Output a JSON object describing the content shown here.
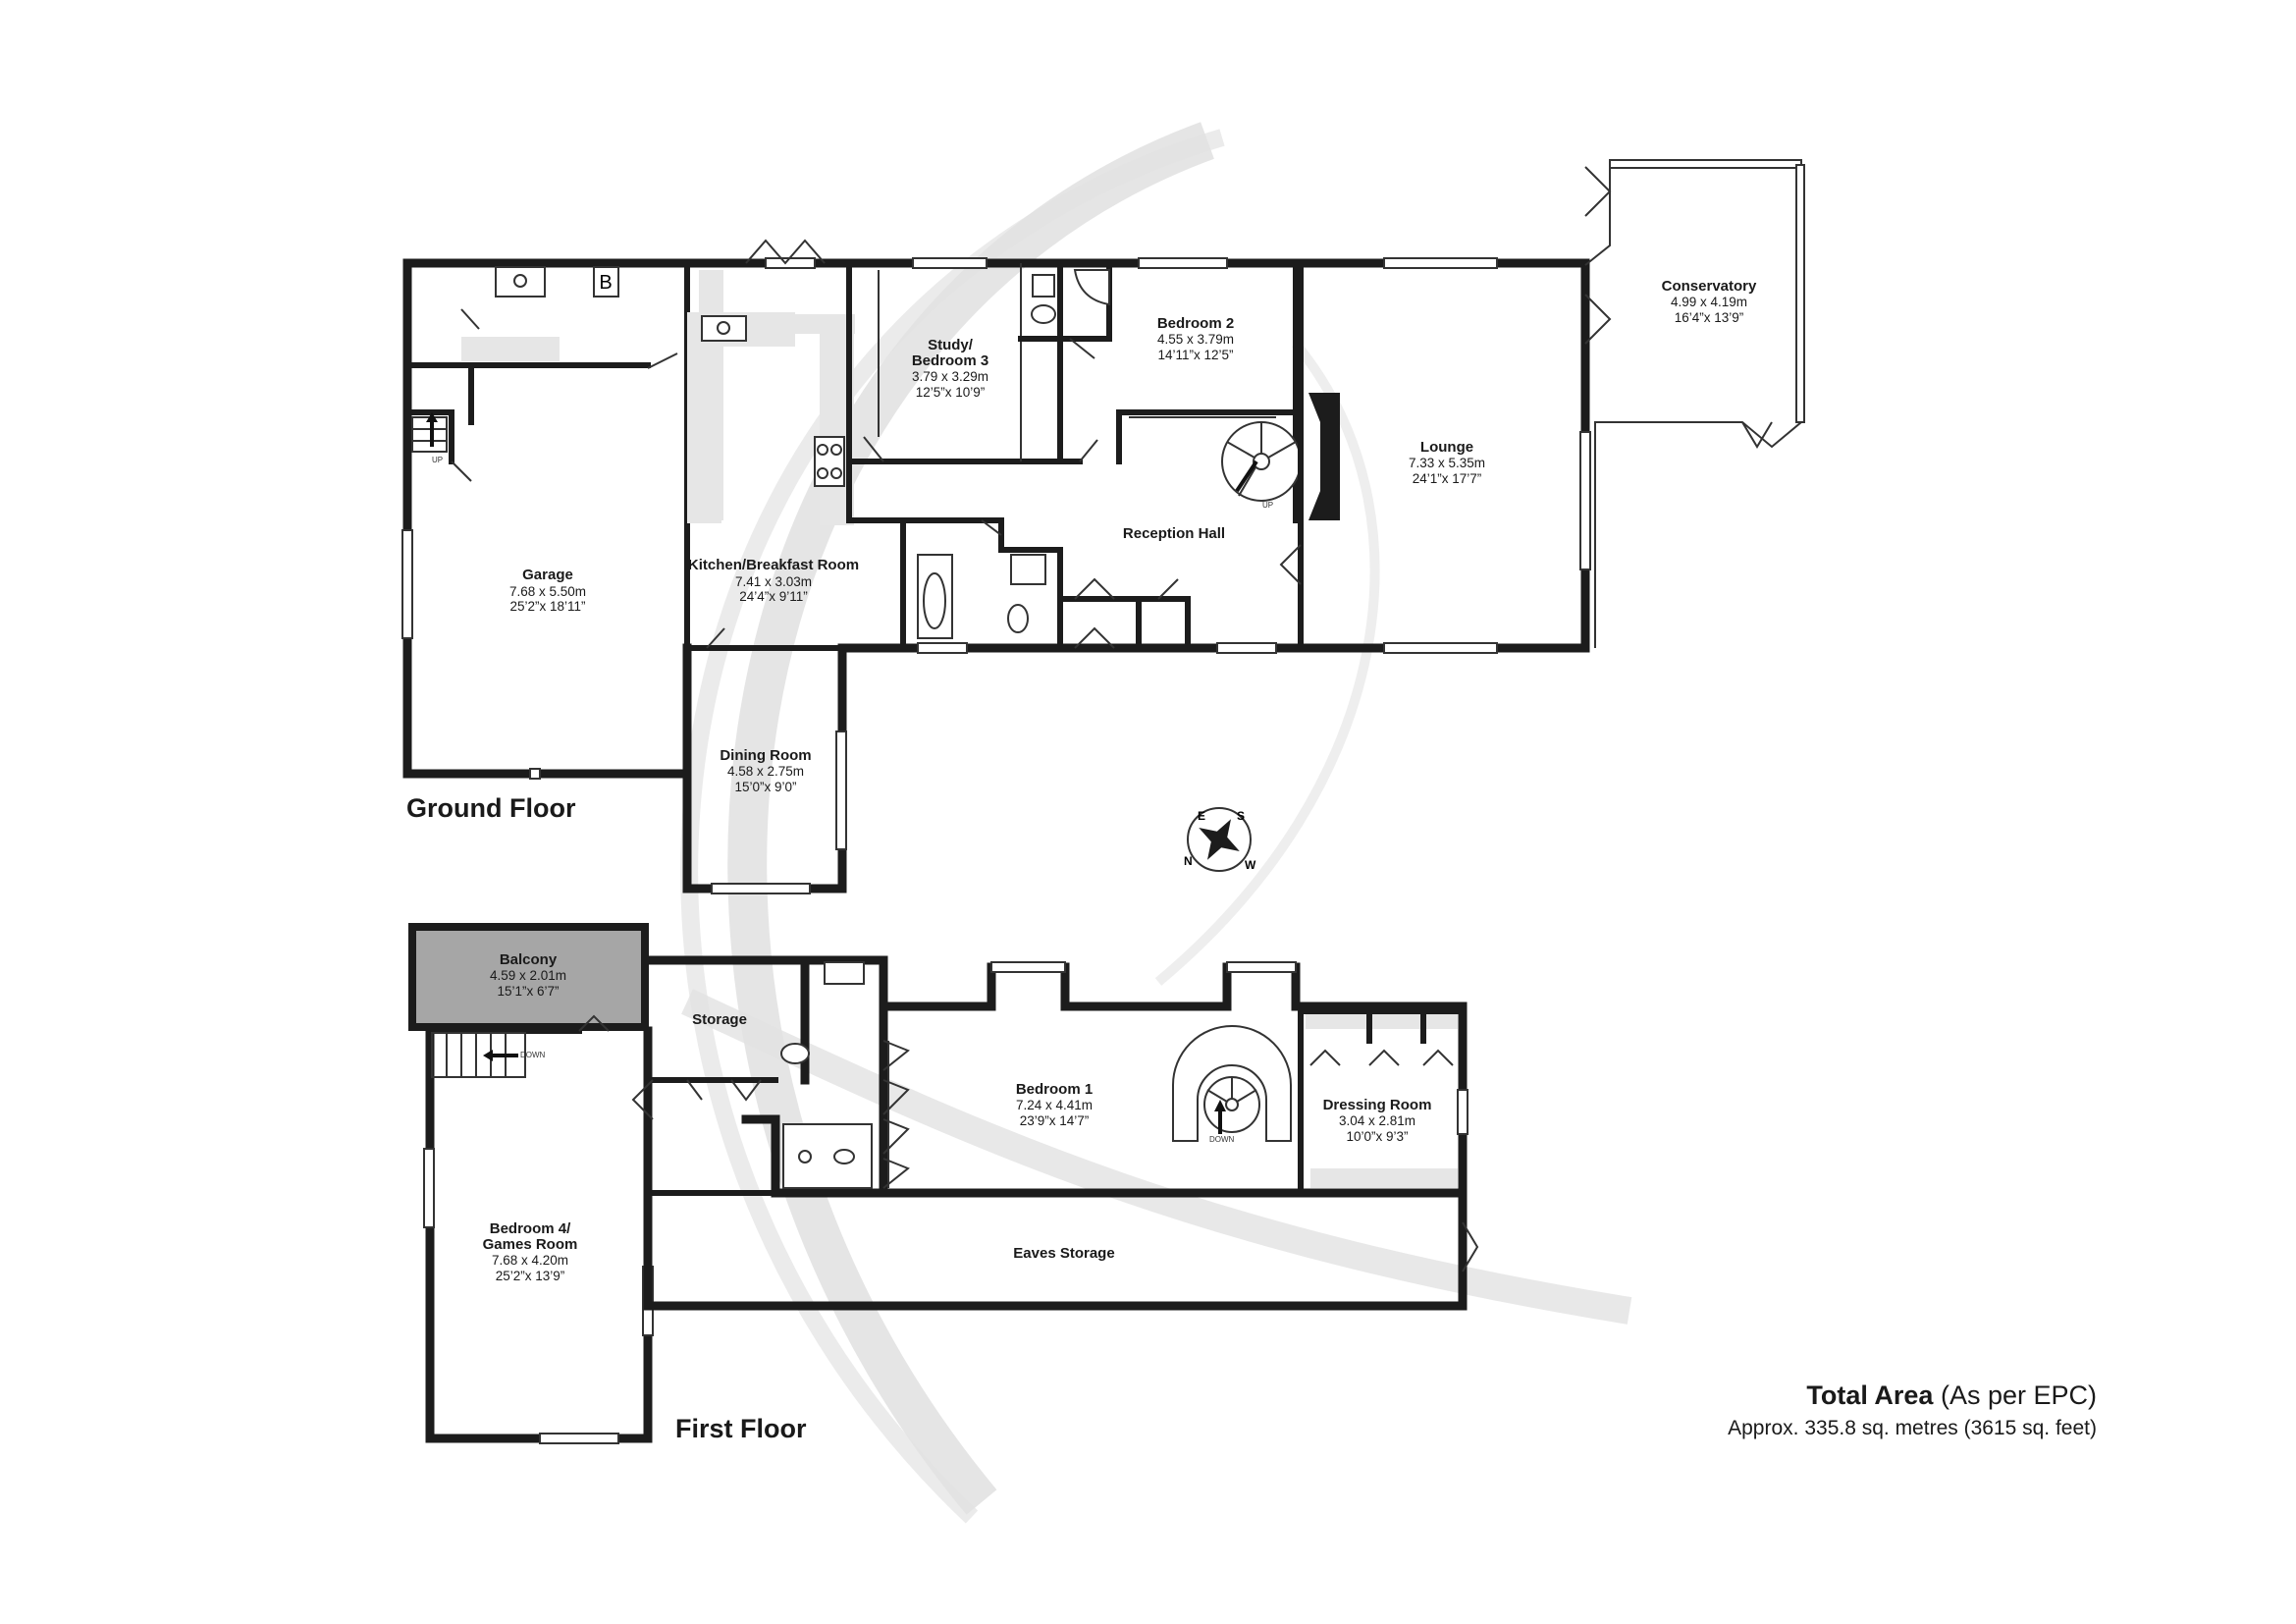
{
  "floors": {
    "ground": "Ground Floor",
    "first": "First Floor"
  },
  "rooms": {
    "garage": {
      "name": "Garage",
      "metric": "7.68 x 5.50m",
      "imperial": "25’2”x 18’11”"
    },
    "kitchen": {
      "name": "Kitchen/Breakfast Room",
      "metric": "7.41 x 3.03m",
      "imperial": "24’4”x 9’11”"
    },
    "study": {
      "name1": "Study/",
      "name2": "Bedroom 3",
      "metric": "3.79 x 3.29m",
      "imperial": "12’5”x 10’9”"
    },
    "bedroom2": {
      "name": "Bedroom 2",
      "metric": "4.55 x 3.79m",
      "imperial": "14’11”x 12’5”"
    },
    "lounge": {
      "name": "Lounge",
      "metric": "7.33 x 5.35m",
      "imperial": "24’1”x 17’7”"
    },
    "conservatory": {
      "name": "Conservatory",
      "metric": "4.99 x 4.19m",
      "imperial": "16’4”x 13’9”"
    },
    "reception": {
      "name": "Reception Hall"
    },
    "dining": {
      "name": "Dining Room",
      "metric": "4.58 x 2.75m",
      "imperial": "15’0”x 9’0”"
    },
    "balcony": {
      "name": "Balcony",
      "metric": "4.59 x 2.01m",
      "imperial": "15’1”x 6’7”"
    },
    "storage": {
      "name": "Storage"
    },
    "bedroom1": {
      "name": "Bedroom 1",
      "metric": "7.24 x 4.41m",
      "imperial": "23’9”x 14’7”"
    },
    "dressing": {
      "name": "Dressing Room",
      "metric": "3.04 x 2.81m",
      "imperial": "10’0”x 9’3”"
    },
    "bedroom4": {
      "name1": "Bedroom 4/",
      "name2": "Games Room",
      "metric": "7.68 x 4.20m",
      "imperial": "25’2”x 13’9”"
    },
    "eaves": {
      "name": "Eaves Storage"
    }
  },
  "labels": {
    "boiler": "B",
    "stairs_up": "UP",
    "stairs_down": "DOWN",
    "spiral_up": "UP",
    "spiral_down": "DOWN"
  },
  "compass": {
    "n": "N",
    "e": "E",
    "s": "S",
    "w": "W"
  },
  "total": {
    "title": "Total Area",
    "qualifier": "(As per EPC)",
    "approx": "Approx. 335.8 sq. metres (3615 sq. feet)"
  }
}
